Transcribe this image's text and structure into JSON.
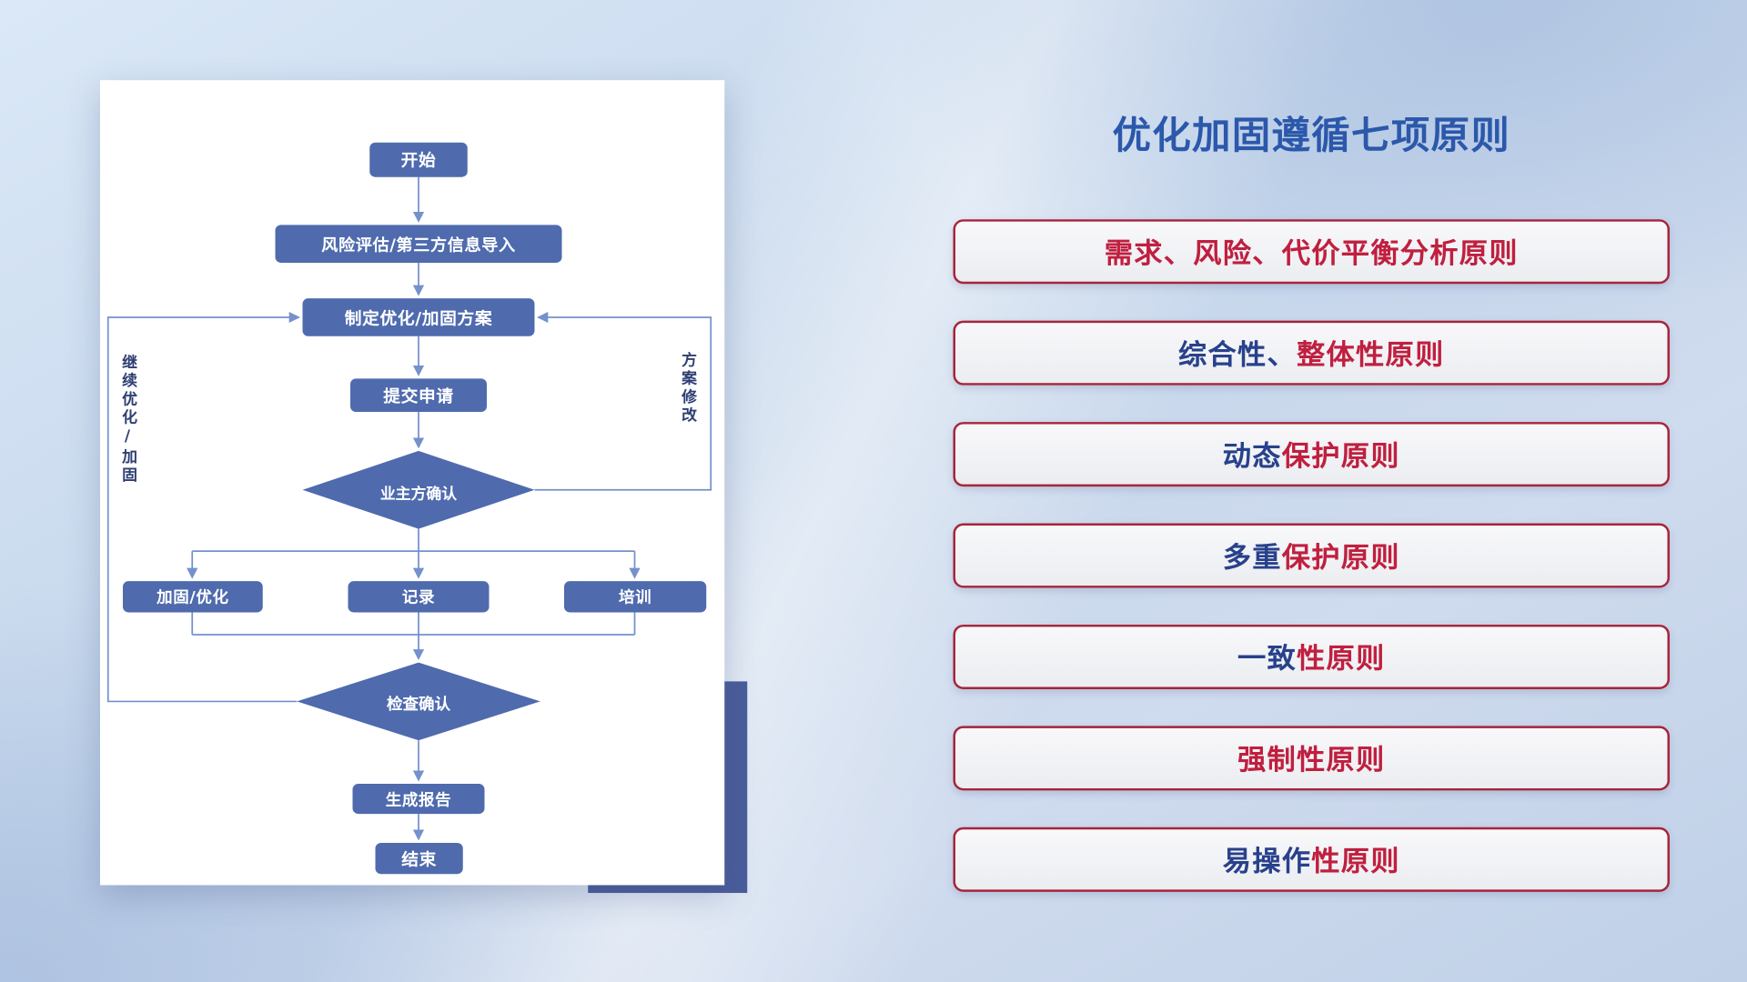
{
  "page": {
    "title_heading": "优化加固遵循七项原则"
  },
  "flowchart": {
    "nodes": {
      "start": "开始",
      "risk_import": "风险评估/第三方信息导入",
      "make_plan": "制定优化/加固方案",
      "submit": "提交申请",
      "owner_confirm": "业主方确认",
      "reinforce": "加固/优化",
      "record": "记录",
      "train": "培训",
      "check_confirm": "检查确认",
      "report": "生成报告",
      "end": "结束"
    },
    "edge_labels": {
      "continue_loop": "继续优化/加固",
      "plan_revise": "方案修改"
    }
  },
  "principles": [
    {
      "head": "",
      "tail": "需求、风险、代价平衡分析原则"
    },
    {
      "head": "综合性、",
      "tail": "整体性原则"
    },
    {
      "head": "动态",
      "tail": "保护原则"
    },
    {
      "head": "多重",
      "tail": "保护原则"
    },
    {
      "head": "一致",
      "tail": "性原则"
    },
    {
      "head": "",
      "tail": "强制性原则"
    },
    {
      "head": "易操作",
      "tail": "性原则"
    }
  ],
  "colors": {
    "title_blue": "#2b58ab",
    "node_blue": "#4f6bae",
    "connector_blue": "#7491cc",
    "principle_red": "#c01f3f",
    "principle_navy": "#28418c",
    "accent_block_blue": "#4a5d9b"
  }
}
